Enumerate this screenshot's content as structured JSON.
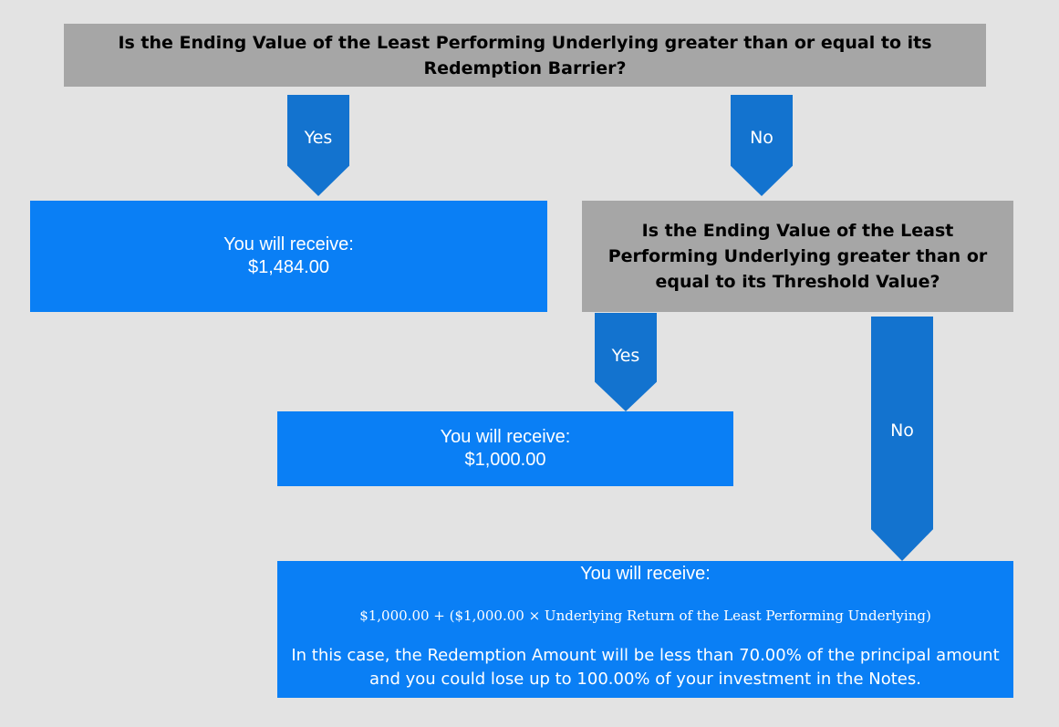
{
  "question1": {
    "text": "Is the Ending Value of the Least Performing Underlying greater than or equal to its Redemption Barrier?"
  },
  "question2": {
    "text": "Is the Ending Value of the Least Performing Underlying greater than or equal to its Threshold Value?"
  },
  "arrows": {
    "q1_yes": "Yes",
    "q1_no": "No",
    "q2_yes": "Yes",
    "q2_no": "No"
  },
  "results": {
    "r1": {
      "heading": "You will receive:",
      "amount": "$1,484.00"
    },
    "r2": {
      "heading": "You will receive:",
      "amount": "$1,000.00"
    },
    "r3": {
      "heading": "You will receive:",
      "formula": "$1,000.00 + ($1,000.00 × Underlying Return of the Least Performing Underlying)",
      "note": "In this case, the Redemption Amount will be less than 70.00% of the principal amount and you could lose up to 100.00% of your investment in the Notes."
    }
  },
  "colors": {
    "background": "#e3e3e3",
    "question_box": "#a6a6a6",
    "result_box": "#0a7ff5",
    "arrow": "#1373cf"
  }
}
